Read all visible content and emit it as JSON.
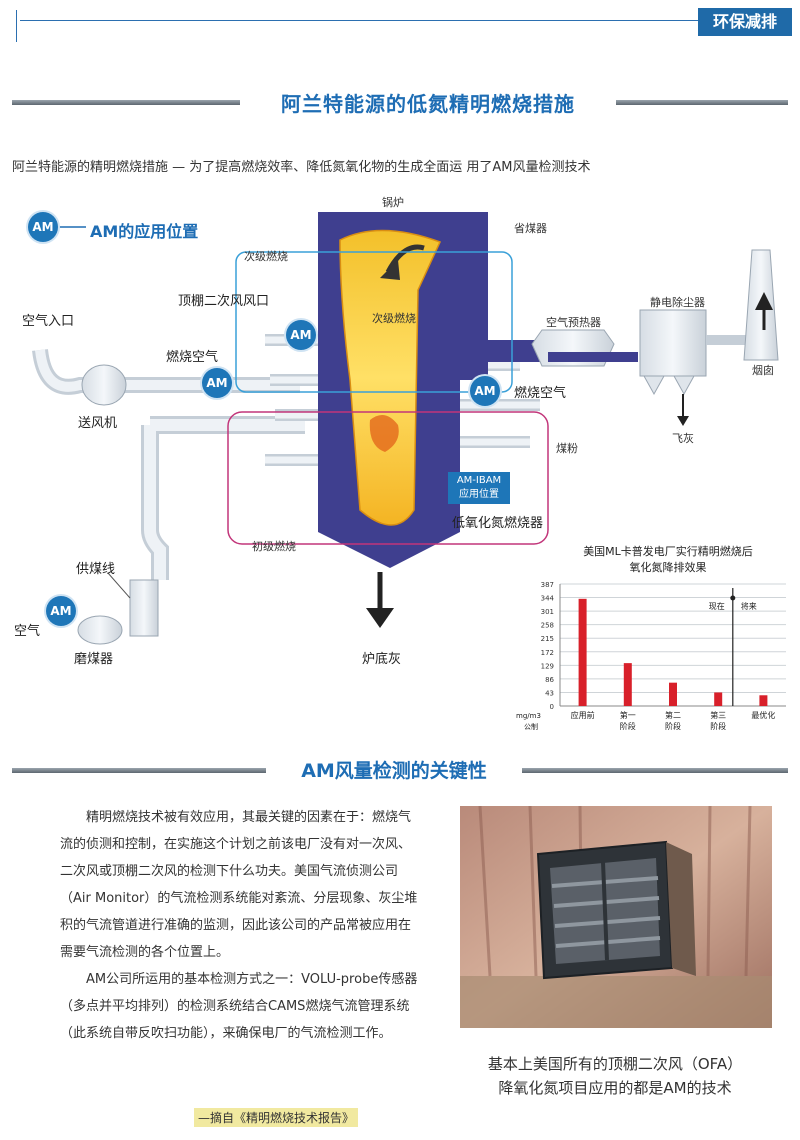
{
  "header": {
    "tag": "环保减排"
  },
  "section1": {
    "title": "阿兰特能源的低氮精明燃烧措施",
    "intro": "阿兰特能源的精明燃烧措施 — 为了提高燃烧效率、降低氮氧化物的生成全面运 用了AM风量检测技术"
  },
  "diagram": {
    "am_badge": "AM",
    "am_legend": "AM的应用位置",
    "boiler": "锅炉",
    "economizer": "省煤器",
    "secondary_burn": "次级燃烧",
    "secondary_burn_inner": "次级燃烧",
    "ofa_port": "顶棚二次风风口",
    "air_inlet": "空气入口",
    "combustion_air_left": "燃烧空气",
    "combustion_air_right": "燃烧空气",
    "fan": "送风机",
    "air_preheater": "空气预热器",
    "esp": "静电除尘器",
    "chimney": "烟囱",
    "fly_ash": "飞灰",
    "coal_powder": "煤粉",
    "ibam_line1": "AM-IBAM",
    "ibam_line2": "应用位置",
    "low_nox_burner": "低氧化氮燃烧器",
    "primary_burn": "初级燃烧",
    "coal_feed": "供煤线",
    "air": "空气",
    "mill": "磨煤器",
    "bottom_ash": "炉底灰"
  },
  "chart_data": {
    "type": "bar",
    "title_line1": "美国ML卡普发电厂实行精明燃烧后",
    "title_line2": "氧化氮降排效果",
    "unit_line1": "mg/m3",
    "unit_line2": "公制",
    "yticks": [
      "387",
      "344",
      "301",
      "258",
      "215",
      "172",
      "129",
      "86",
      "43",
      "0"
    ],
    "ylim": [
      0,
      387
    ],
    "categories": [
      {
        "line1": "应用前",
        "line2": ""
      },
      {
        "line1": "第一",
        "line2": "阶段"
      },
      {
        "line1": "第二",
        "line2": "阶段"
      },
      {
        "line1": "第三",
        "line2": "阶段"
      },
      {
        "line1": "最优化",
        "line2": ""
      }
    ],
    "values": [
      340,
      136,
      74,
      43,
      34
    ],
    "annotation_now": "现在",
    "annotation_future": "将来",
    "bar_color": "#d8202a"
  },
  "section2": {
    "title": "AM风量检测的关键性",
    "para1": "精明燃烧技术被有效应用，其最关键的因素在于：燃烧气流的侦测和控制，在实施这个计划之前该电厂没有对一次风、二次风或顶棚二次风的检测下什么功夫。美国气流侦测公司（Air Monitor）的气流检测系统能对紊流、分层现象、灰尘堆积的气流管道进行准确的监测，因此该公司的产品常被应用在需要气流检测的各个位置上。",
    "para2": "AM公司所运用的基本检测方式之一：VOLU-probe传感器（多点并平均排列）的检测系统结合CAMS燃烧气流管理系统（此系统自带反吹扫功能），来确保电厂的气流检测工作。",
    "source": "—摘自《精明燃烧技术报告》",
    "caption_line1": "基本上美国所有的顶棚二次风（OFA）",
    "caption_line2": "降氧化氮项目应用的都是AM的技术"
  }
}
